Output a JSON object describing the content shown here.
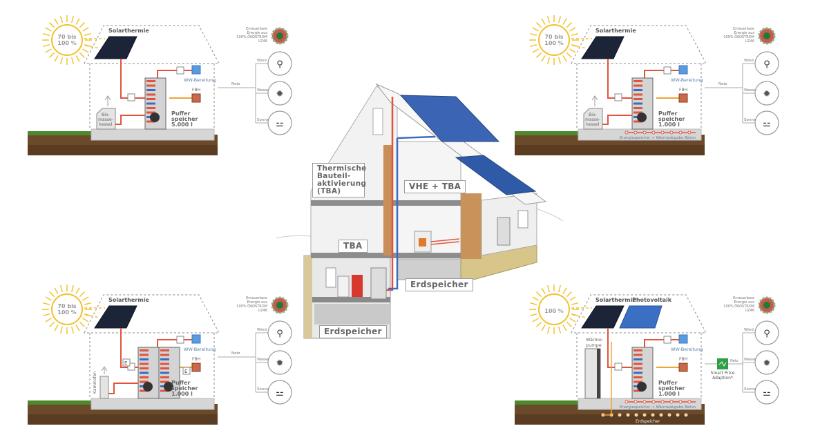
{
  "colors": {
    "sun": "#f2c230",
    "panel": "#1c2438",
    "pv": "#3a6fc4",
    "pipe_hot": "#e2533b",
    "pipe_warm": "#f0a336",
    "pipe_cold": "#3b6cc0",
    "slab": "#d6d6d6",
    "grass": "#4e8a2c",
    "soil": "#6b4a2c",
    "dash": "#9e9e9e"
  },
  "center": {
    "labels": {
      "tba_full": "Thermische Bauteil-aktivierung (TBA)",
      "tba_full_lines": [
        "Thermische",
        "Bauteil-",
        "aktivierung",
        "(TBA)"
      ],
      "vhe_tba": "VHE + TBA",
      "tba": "TBA",
      "erdspeicher_right": "Erdspeicher",
      "erdspeicher_bottom": "Erdspeicher"
    }
  },
  "quadrants": [
    {
      "id": "top-left",
      "variant": "biomass",
      "sun_lines": [
        "70 bis",
        "100 %"
      ],
      "collector": "Solarthermie",
      "heater_lines": [
        "Bio-",
        "masse-",
        "kessel"
      ],
      "ww": "WW-Bereitung",
      "fbh": "FBH",
      "storage_lines": [
        "Puffer",
        "speicher",
        "5.000 l"
      ],
      "netz": "Netz",
      "eco_lines": [
        "Erneuerbare",
        "Energie aus",
        "100% ÖKOSTROM",
        "UZ46"
      ],
      "sources": [
        "Wind",
        "Wasser",
        "Sonne"
      ]
    },
    {
      "id": "top-right",
      "variant": "biomass-tba",
      "sun_lines": [
        "70 bis",
        "100 %"
      ],
      "collector": "Solarthermie",
      "heater_lines": [
        "Bio-",
        "masse-",
        "kessel"
      ],
      "ww": "WW-Bereitung",
      "fbh": "FBH",
      "storage_lines": [
        "Puffer",
        "speicher",
        "1.000 l"
      ],
      "slab_label": "Energiespeicher + Wärmeabgabe Beton",
      "netz": "Netz",
      "eco_lines": [
        "Erneuerbare",
        "Energie aus",
        "100% ÖKOSTROM",
        "UZ46"
      ],
      "sources": [
        "Wind",
        "Wasser",
        "Sonne"
      ]
    },
    {
      "id": "bottom-left",
      "variant": "kaminofen",
      "sun_lines": [
        "70 bis",
        "100 %"
      ],
      "collector": "Solarthermie",
      "heater_lines": [
        "Kaminofen"
      ],
      "ww": "WW-Bereitung",
      "fbh": "FBH",
      "storage_lines": [
        "Puffer",
        "speicher",
        "1.000 l"
      ],
      "e_label": "E",
      "netz": "Netz",
      "eco_lines": [
        "Erneuerbare",
        "Energie aus",
        "100% ÖKOSTROM",
        "UZ46"
      ],
      "sources": [
        "Wind",
        "Wasser",
        "Sonne"
      ]
    },
    {
      "id": "bottom-right",
      "variant": "heatpump",
      "sun_lines": [
        "100 %"
      ],
      "collector": "Solarthermie",
      "pv": "Photovoltaik",
      "heater_lines": [
        "Wärme-",
        "pumpe"
      ],
      "ww": "WW-Bereitung",
      "fbh": "FBH",
      "storage_lines": [
        "Puffer",
        "speicher",
        "1.000 l"
      ],
      "slab_label": "Energiespeicher + Wärmeabgabe Beton",
      "ground_label": "Erdspeicher",
      "smart_lines": [
        "Smart Price",
        "Adaption*"
      ],
      "netz": "Netz",
      "eco_lines": [
        "Erneuerbare",
        "Energie aus",
        "100% ÖKOSTROM",
        "UZ46"
      ],
      "sources": [
        "Wind",
        "Wasser",
        "Sonne"
      ]
    }
  ]
}
